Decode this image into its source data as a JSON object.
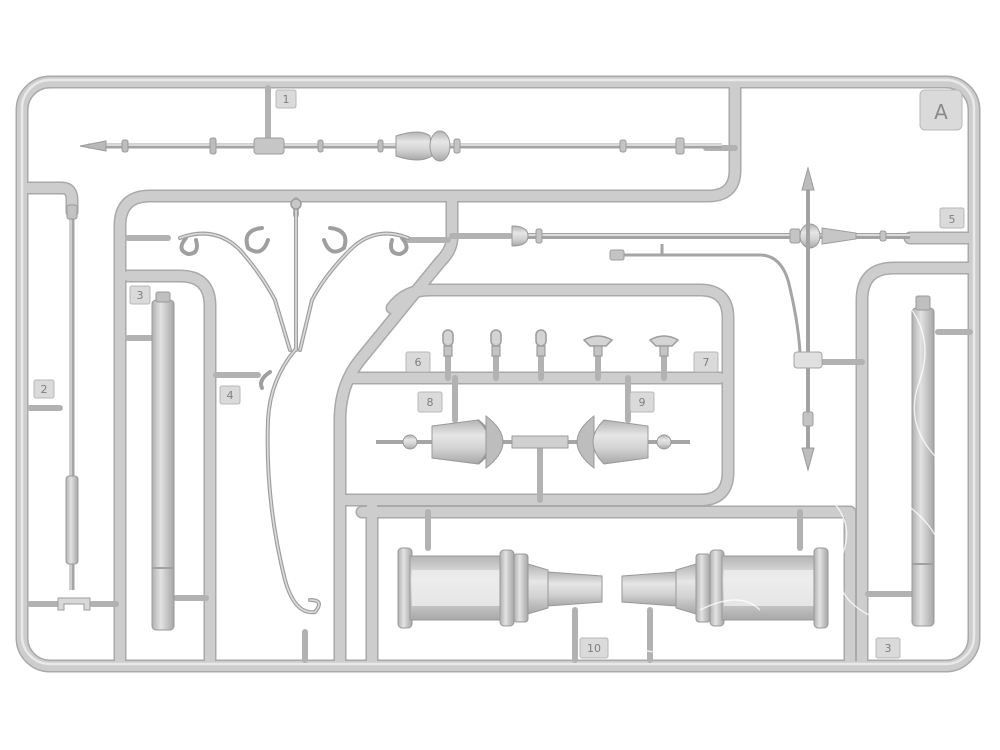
{
  "sprue": {
    "letter": "A",
    "part_numbers": [
      "1",
      "2",
      "3",
      "4",
      "5",
      "6",
      "7",
      "8",
      "9",
      "10",
      "3"
    ]
  },
  "colors": {
    "plastic": "#c8c8c8",
    "plastic_edge": "#a9a9a9",
    "plastic_light": "#e4e4e4",
    "tag": "#dadada"
  }
}
